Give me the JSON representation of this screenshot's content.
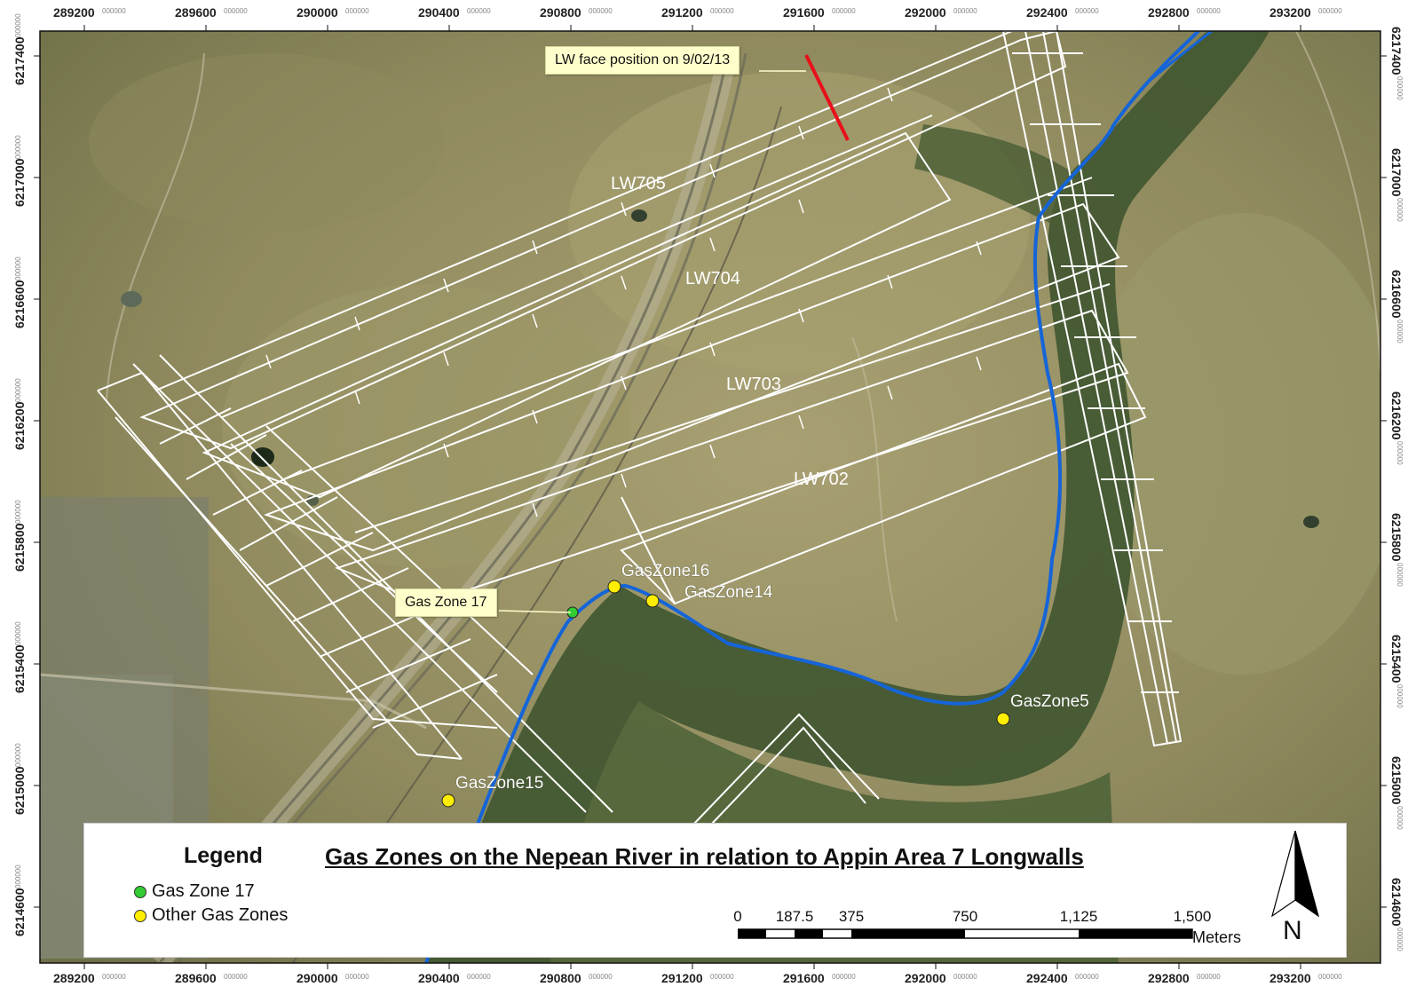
{
  "map": {
    "title": "Gas Zones on the Nepean River in relation to Appin Area 7 Longwalls",
    "coord_suffix": "000000",
    "easting_ticks": [
      "289200",
      "289600",
      "290000",
      "290400",
      "290800",
      "291200",
      "291600",
      "292000",
      "292400",
      "292800",
      "293200"
    ],
    "northing_ticks": [
      "6217400",
      "6217000",
      "6216600",
      "6216200",
      "6215800",
      "6215400",
      "6215000",
      "6214600"
    ],
    "longwalls": [
      {
        "label": "LW705"
      },
      {
        "label": "LW704"
      },
      {
        "label": "LW703"
      },
      {
        "label": "LW702"
      }
    ],
    "gas_zones": [
      {
        "label": "GasZone16",
        "category": "other"
      },
      {
        "label": "GasZone14",
        "category": "other"
      },
      {
        "label": "GasZone5",
        "category": "other"
      },
      {
        "label": "GasZone15",
        "category": "other"
      }
    ],
    "callouts": {
      "lw_face": "LW face position on 9/02/13",
      "gas_zone_17": "Gas Zone 17"
    },
    "colors": {
      "river": "#1565d8",
      "face_line": "#e8101a",
      "gas_zone_17": "#33cc33",
      "other_gas_zones": "#ffee00",
      "workings": "#ffffff"
    }
  },
  "legend": {
    "title": "Legend",
    "items": [
      {
        "label": "Gas Zone 17",
        "color": "#33cc33"
      },
      {
        "label": "Other Gas Zones",
        "color": "#ffee00"
      }
    ]
  },
  "scale_bar": {
    "ticks": [
      "0",
      "187.5",
      "375",
      "750",
      "1,125",
      "1,500"
    ],
    "units": "Meters"
  },
  "north_arrow": {
    "label": "N"
  }
}
